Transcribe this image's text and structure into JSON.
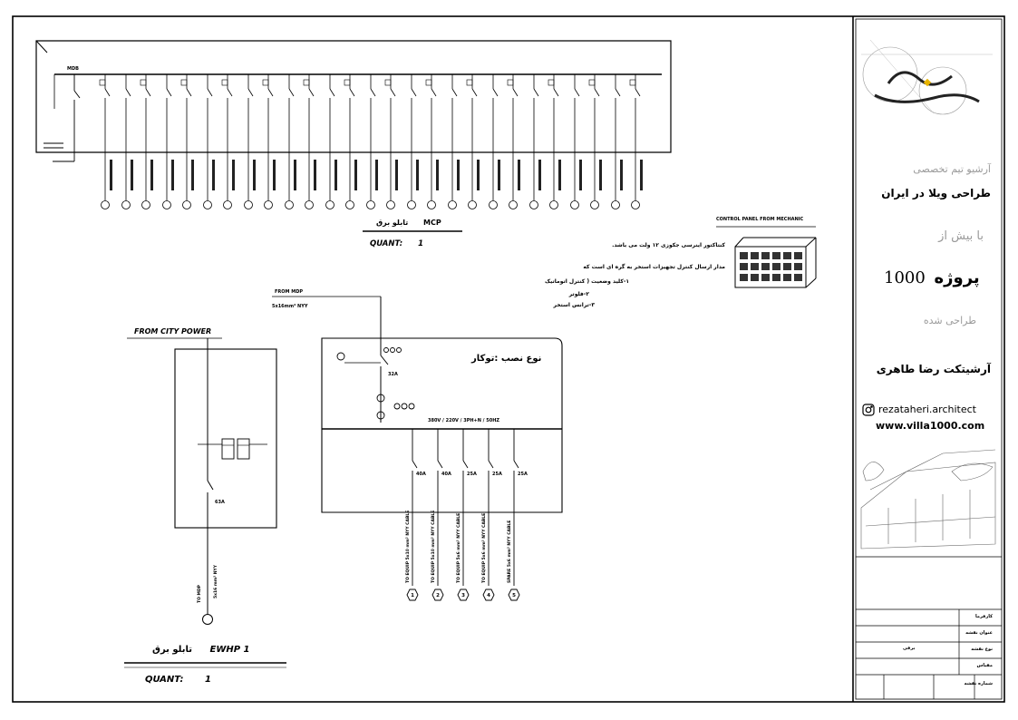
{
  "mdp": {
    "incoming_label": "MDB",
    "panel_title_fa": "تابلو برق",
    "panel_code": "MCP",
    "quant_label": "QUANT:",
    "quant_value": "1"
  },
  "control_panel": {
    "title": "CONTROL PANEL FROM MECHANIC"
  },
  "notes_fa": [
    "کنتاکتور اینرسی جکوزی ۱۲ ولت می باشد.",
    "مدار ارسال کنترل تجهیزات استخر به گره ای است که",
    "۱-کلید وضعیت ( کنترل اتوماتیک",
    "۲-فلوتر",
    "۳-ترانس استخر"
  ],
  "ewhp": {
    "from_label": "FROM CITY POWER",
    "breaker_label": "63A",
    "to_label": "TO MDP",
    "cable_label": "5x16 mm² NYY",
    "panel_title_fa": "تابلو برق",
    "panel_code": "EWHP 1",
    "quant_label": "QUANT:",
    "quant_value": "1"
  },
  "pool_panel": {
    "from_label": "FROM MDP",
    "cable_label": "5x16mm² NYY",
    "title_fa": "نوع نصب :توکار",
    "bus_label": "380V / 220V / 3PH+N / 50HZ",
    "main_breaker": "32A",
    "outputs": [
      {
        "rating": "40A",
        "desc": "TO EQUIP 5x10 mm² NYY CABLE",
        "num": "1"
      },
      {
        "rating": "40A",
        "desc": "TO EQUIP 5x10 mm² NYY CABLE",
        "num": "2"
      },
      {
        "rating": "25A",
        "desc": "TO EQUIP 5x6 mm² NYY CABLE",
        "num": "3"
      },
      {
        "rating": "25A",
        "desc": "TO EQUIP 5x6 mm² NYY CABLE",
        "num": "4"
      },
      {
        "rating": "25A",
        "desc": "SPARE 5x6 mm² NYY CABLE",
        "num": "5"
      }
    ]
  },
  "title_block": {
    "line1_fa": "آرشیو تیم تخصصی",
    "line2_fa": "طراحی ویلا در ایران",
    "line3_fa": "با بیش از",
    "count": "1000",
    "line4_fa": "پروژه",
    "line5_fa": "طراحی شده",
    "architect_fa": "آرشیتکت رضا طاهری",
    "instagram": "rezataheri.architect",
    "website": "www.villa1000.com",
    "row_labels": [
      "کارفرما",
      "عنوان نقشه",
      "نوع نقشه",
      "مقیاس",
      "شماره نقشه"
    ],
    "row_value_type": "برقی"
  },
  "colors": {
    "line": "#000000",
    "paper": "#ffffff",
    "logo_accent": "#e8b400",
    "faded_text": "#9a9a9a"
  }
}
